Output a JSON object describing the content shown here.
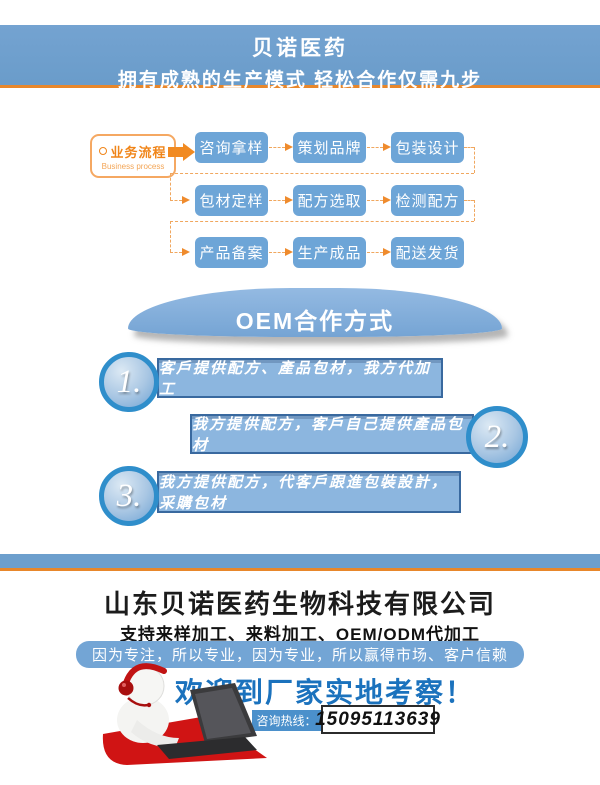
{
  "header": {
    "title": "贝诺医药",
    "subtitle": "拥有成熟的生产模式 轻松合作仅需九步"
  },
  "process": {
    "badge_title": "业务流程",
    "badge_subtitle": "Business process",
    "steps": [
      [
        "咨询拿样",
        "策划品牌",
        "包装设计"
      ],
      [
        "包材定样",
        "配方选取",
        "检测配方"
      ],
      [
        "产品备案",
        "生产成品",
        "配送发货"
      ]
    ]
  },
  "oem": {
    "banner": "OEM合作方式",
    "items": [
      {
        "num": "1.",
        "text": "客戶提供配方、產品包材，我方代加工"
      },
      {
        "num": "2.",
        "text": "我方提供配方，客戶自己提供產品包材"
      },
      {
        "num": "3.",
        "text": "我方提供配方，代客戶跟進包裝設計，采購包材"
      }
    ]
  },
  "footer": {
    "company": "山东贝诺医药生物科技有限公司",
    "support": "支持来样加工、来料加工、OEM/ODM代加工",
    "slogan": "因为专注，所以专业，因为专业，所以赢得市场、客户信赖",
    "welcome": "欢迎到厂家实地考察！",
    "hotline_label": "咨询热线：",
    "phone": "15095113639"
  },
  "colors": {
    "header_blue": "#6d9fcd",
    "accent_orange": "#e8872b",
    "step_blue": "#6da5d7",
    "bar_blue": "#8cb6df",
    "bar_border": "#39699f",
    "circle_ring": "#2f8ecb",
    "dome_blue": "#79a7d6",
    "welcome_blue": "#1b72bd",
    "hotline_bg": "#4b90cb",
    "desk_red": "#d01414"
  }
}
